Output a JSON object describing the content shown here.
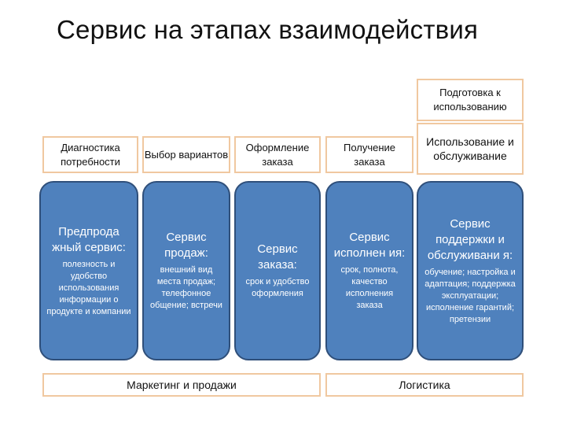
{
  "title": "Сервис на этапах взаимодействия",
  "stages": [
    {
      "label": "Диагностика потребности"
    },
    {
      "label": "Выбор вариантов"
    },
    {
      "label": "Оформление заказа"
    },
    {
      "label": "Получение заказа"
    },
    {
      "label": "Использование и обслуживание"
    }
  ],
  "top_stage": {
    "label": "Подготовка к использованию"
  },
  "services": [
    {
      "head": "Предпрода жный сервис:",
      "body": "полезность и удобство использования информации о продукте и компании"
    },
    {
      "head": "Сервис продаж:",
      "body": "внешний вид места продаж; телефонное общение; встречи"
    },
    {
      "head": "Сервис заказа:",
      "body": "срок и удобство оформления"
    },
    {
      "head": "Сервис исполнен ия:",
      "body": "срок, полнота, качество исполнения заказа"
    },
    {
      "head": "Сервис поддержки и обслуживани я:",
      "body": "обучение; настройка и адаптация; поддержка эксплуатации; исполнение гарантий; претензии"
    }
  ],
  "footer": {
    "marketing": "Маркетинг и продажи",
    "logistics": "Логистика"
  },
  "colors": {
    "pill_fill": "#4f81bd",
    "pill_border": "#2f4f7a",
    "box_border": "#f0c8a0"
  }
}
